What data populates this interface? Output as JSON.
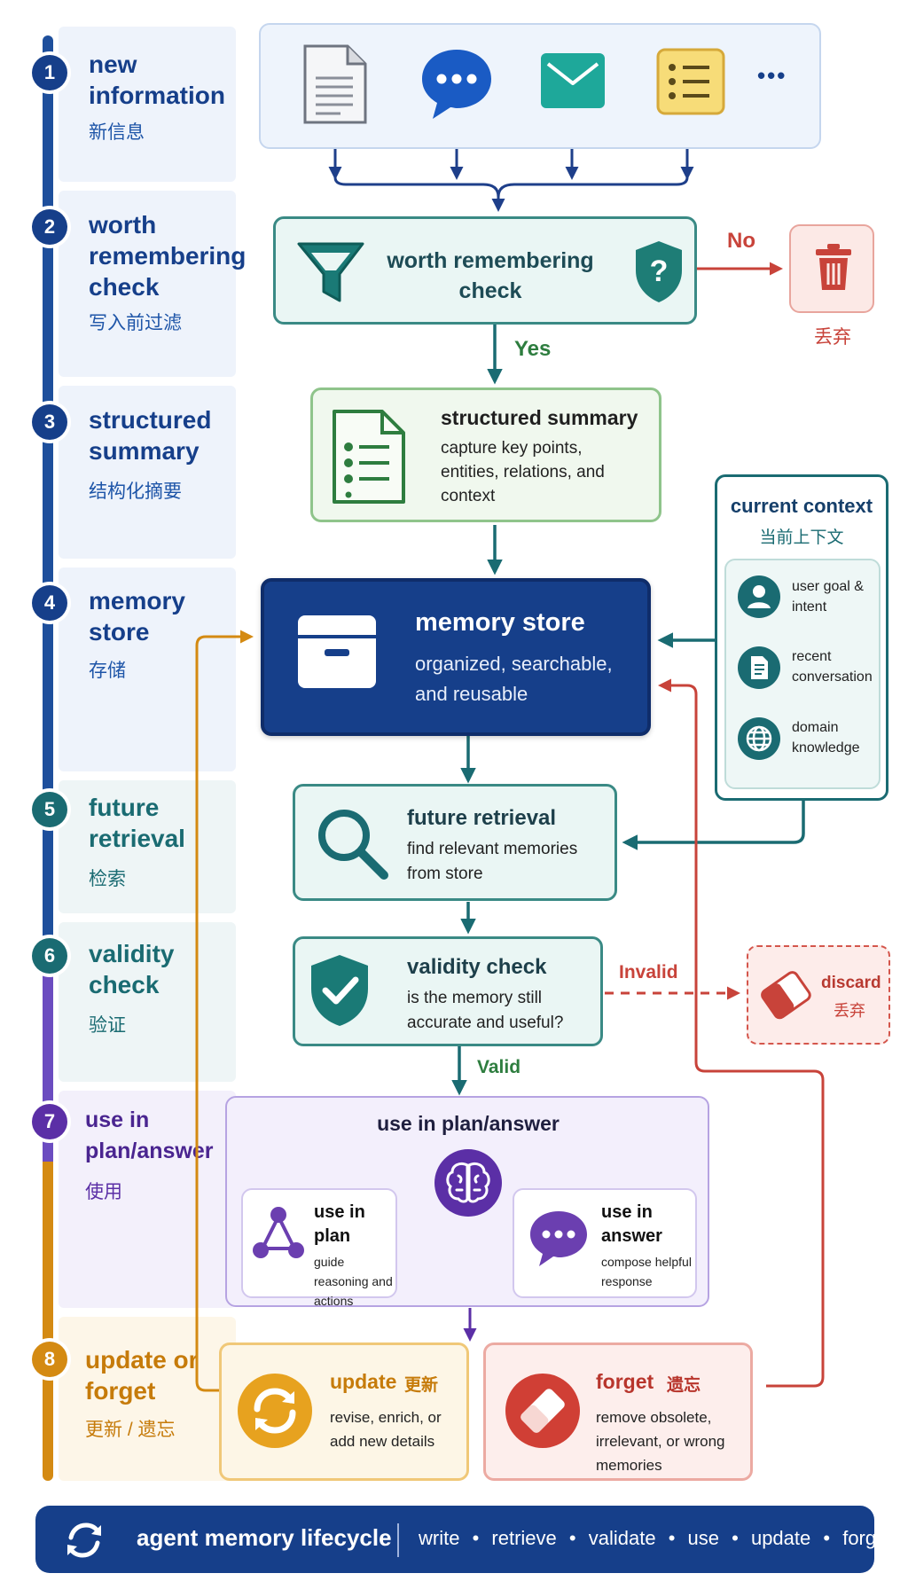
{
  "colors": {
    "navy": "#123f8c",
    "teal": "#1a6b72",
    "green": "#2e7d3f",
    "purple": "#6b3fb0",
    "orange": "#d48a12",
    "red": "#c8433a"
  },
  "stages": [
    {
      "num": "1",
      "title": "new information",
      "zh": "新信息"
    },
    {
      "num": "2",
      "title": "worth remembering check",
      "zh": "写入前过滤"
    },
    {
      "num": "3",
      "title": "structured summary",
      "zh": "结构化摘要"
    },
    {
      "num": "4",
      "title": "memory store",
      "zh": "存储"
    },
    {
      "num": "5",
      "title": "future retrieval",
      "zh": "检索"
    },
    {
      "num": "6",
      "title": "validity check",
      "zh": "验证"
    },
    {
      "num": "7",
      "title": "use in plan/answer",
      "zh": "使用"
    },
    {
      "num": "8",
      "title": "update or forget",
      "zh": "更新 / 遗忘"
    }
  ],
  "inputs": {
    "icons": [
      "document-icon",
      "chat-icon",
      "email-icon",
      "list-icon"
    ],
    "more": "•••"
  },
  "worth_check": {
    "title": "worth remembering check",
    "no_label": "No",
    "yes_label": "Yes",
    "discard_zh": "丢弃"
  },
  "summary": {
    "title": "structured summary",
    "desc": "capture key points, entities, relations, and context"
  },
  "context": {
    "title": "current context",
    "zh": "当前上下文",
    "items": [
      {
        "icon": "user-icon",
        "label": "user goal & intent"
      },
      {
        "icon": "document-icon",
        "label": "recent conversation"
      },
      {
        "icon": "globe-icon",
        "label": "domain knowledge"
      }
    ]
  },
  "store": {
    "title": "memory store",
    "desc1": "organized, searchable,",
    "desc2": "and reusable"
  },
  "retrieval": {
    "title": "future retrieval",
    "desc1": "find relevant memories",
    "desc2": "from store"
  },
  "validity": {
    "title": "validity check",
    "desc1": "is the memory still",
    "desc2": "accurate and useful?",
    "invalid_label": "Invalid",
    "valid_label": "Valid",
    "discard": "discard",
    "discard_zh": "丢弃"
  },
  "use": {
    "title": "use in plan/answer",
    "plan_title": "use in plan",
    "plan_desc": "guide reasoning and actions",
    "answer_title": "use in answer",
    "answer_desc": "compose helpful response"
  },
  "update": {
    "title": "update",
    "zh": "更新",
    "desc": "revise, enrich, or add new details"
  },
  "forget": {
    "title": "forget",
    "zh": "遗忘",
    "desc": "remove obsolete, irrelevant, or wrong memories"
  },
  "footer": {
    "title": "agent memory lifecycle",
    "steps": [
      "write",
      "retrieve",
      "validate",
      "use",
      "update",
      "forget"
    ]
  }
}
